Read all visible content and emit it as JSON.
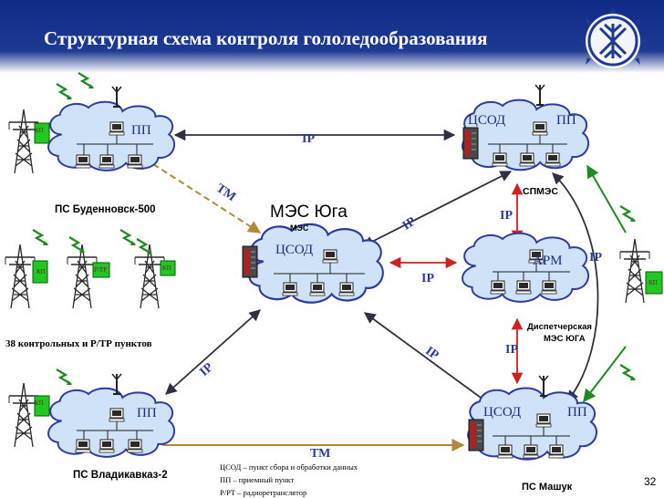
{
  "header": {
    "title": "Структурная схема контроля гололедообразования",
    "background_color": "#1f3a93",
    "logo_icon": "energy-snowflake-logo"
  },
  "nodes": {
    "budennovsk": {
      "cloud_label": "ПП",
      "station_label": "ПС Буденновск-500",
      "kp_label": "КП"
    },
    "smes": {
      "cloud_label_left": "ЦСОД",
      "cloud_label_right": "ПП",
      "station_label": "СПМЭС"
    },
    "mes": {
      "big_title": "МЭС Юга",
      "small_title": "МЭС",
      "cloud_label": "ЦСОД"
    },
    "dispatch": {
      "cloud_label": "АРМ",
      "station_label_line1": "Диспетчерская",
      "station_label_line2": "МЭС ЮГА"
    },
    "vladikavkaz": {
      "cloud_label": "ПП",
      "station_label": "ПС Владикавказ-2",
      "kp_label": "КП"
    },
    "mashuk": {
      "cloud_label_left": "ЦСОД",
      "cloud_label_right": "ПП",
      "station_label": "ПС Машук"
    },
    "control_points": {
      "label": "38 контрольных  и Р/ТР пунктов",
      "kp_label": "КП",
      "rtr_label": "Р/ТР"
    },
    "right_tower": {
      "kp_label": "КП"
    }
  },
  "links": {
    "ip": "IP",
    "tm": "ТМ"
  },
  "legend": [
    "ЦСОД – пункт сбора  и обработки данных",
    "ПП – приемный пункт",
    "Р/РТ – радиоретранслятор"
  ],
  "page_number": "32",
  "colors": {
    "cloud_fill": "#cfe2f7",
    "cloud_stroke": "#2c3b9e",
    "link_ip": "#2f3040",
    "link_red": "#d02020",
    "link_tm": "#b08a3a",
    "wireless": "#1f8a1f",
    "kp_box": "#21c821",
    "text_blue": "#2b3a9e"
  }
}
